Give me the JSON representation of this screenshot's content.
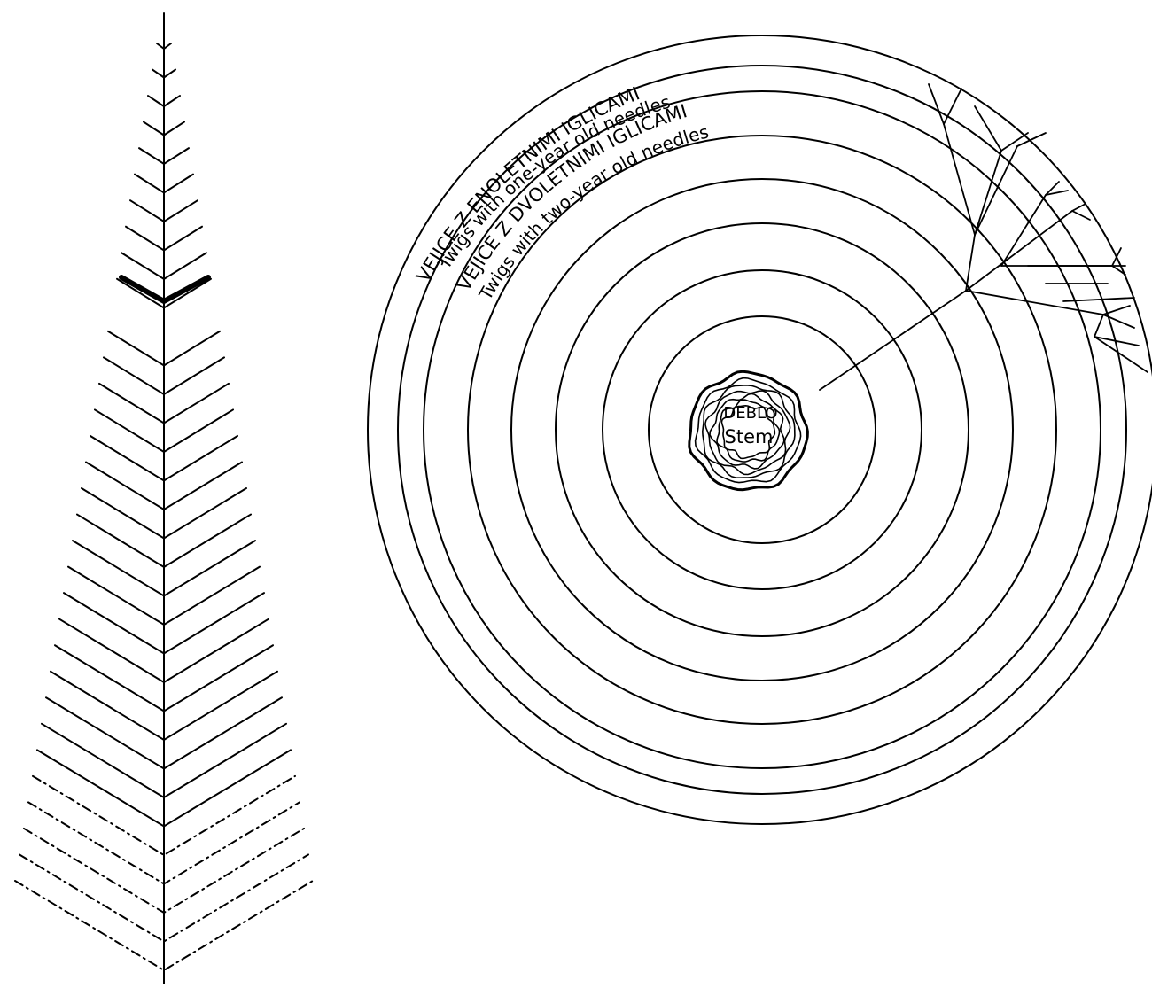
{
  "labels": {
    "ring_one_year_sl": "VEJICE Z ENOLETNIMI IGLICAMI",
    "ring_one_year_en": "Twigs with one-year old needles",
    "ring_two_year_sl": "VEJICE Z DVOLETNIMI IGLICAMI",
    "ring_two_year_en": "Twigs with two-year old needles",
    "stem_sl": "DEBLO",
    "stem_en": "Stem"
  },
  "colors": {
    "ink": "#000000",
    "paper": "#ffffff"
  }
}
